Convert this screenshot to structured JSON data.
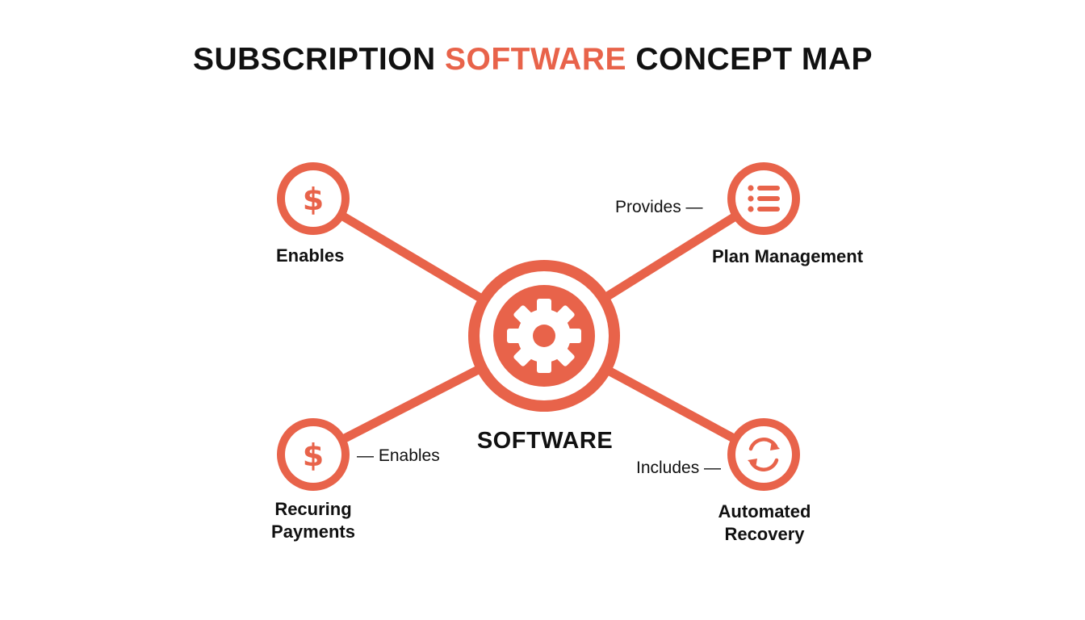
{
  "title": {
    "part1": "SUBSCRIPTION ",
    "part2": "SOFTWARE",
    "part3": " CONCEPT MAP"
  },
  "colors": {
    "accent": "#e8634a",
    "text": "#111111",
    "background": "#ffffff"
  },
  "hub": {
    "label": "SOFTWARE",
    "icon": "gear-icon"
  },
  "nodes": [
    {
      "id": "top-left",
      "icon": "dollar-icon",
      "label": "Enables",
      "connector": ""
    },
    {
      "id": "top-right",
      "icon": "list-icon",
      "label": "Plan Management",
      "connector": "Provides —"
    },
    {
      "id": "bottom-left",
      "icon": "dollar-icon",
      "label_line1": "Recuring",
      "label_line2": "Payments",
      "connector": "— Enables"
    },
    {
      "id": "bottom-right",
      "icon": "refresh-icon",
      "label_line1": "Automated",
      "label_line2": "Recovery",
      "connector": "Includes —"
    }
  ]
}
